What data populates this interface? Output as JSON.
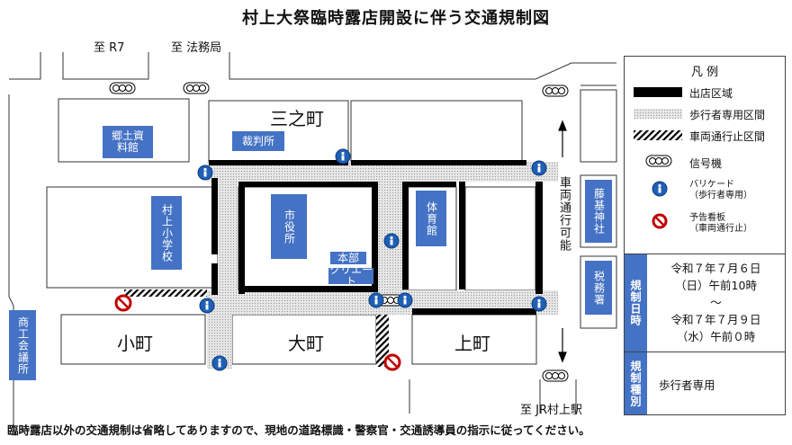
{
  "title": "村上大祭臨時露店開設に伴う交通規制図",
  "directions": {
    "r7": "至 R7",
    "houmukyoku": "至 法務局",
    "jr": "至 JR村上駅"
  },
  "footer": "臨時露店以外の交通規制は省略してありますので、現地の道路標識・警察官・交通誘導員の指示に従ってください。",
  "buildings": {
    "kyodo": "郷土資料館",
    "saibansho": "裁判所",
    "shogakko": "村上小学校",
    "shiyakusho": "市役所",
    "honbu": "本部",
    "kuriet": "クリエート",
    "taiikukan": "体育館",
    "fujiki": "藤基神社",
    "zeimusho": "税務署",
    "shoko": "商工会議所"
  },
  "areas": {
    "sannomachi": "三之町",
    "komachi": "小町",
    "omachi": "大町",
    "kamimachi": "上町"
  },
  "road_label": "車両通行可能",
  "legend": {
    "title": "凡 例",
    "stall": "出店区域",
    "pedestrian": "歩行者専用区間",
    "closed": "車両通行止区間",
    "signal": "信号機",
    "barricade_1": "バリケード",
    "barricade_2": "（歩行者専用）",
    "notice_1": "予告看板",
    "notice_2": "（車両通行止）"
  },
  "schedule": {
    "date_header": "規制日時",
    "start_date": "令和７年７月６日",
    "start_time": "（日）午前10時",
    "tilde": "～",
    "end_date": "令和７年７月９日",
    "end_time": "（水）午前０時",
    "type_header": "規制種別",
    "type_value": "歩行者専用"
  },
  "colors": {
    "label_blue": "#4472c4",
    "stall_black": "#000000",
    "pedestrian_gray": "#d9d9d9",
    "notice_red": "#c00000"
  }
}
